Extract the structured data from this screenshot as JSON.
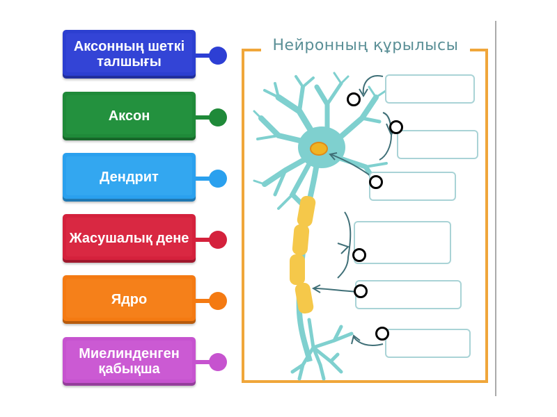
{
  "tiles": [
    {
      "label": "Аксонның шеткі талшығы",
      "color": "#2c3fd0",
      "inner": "#3344d6",
      "pin": "#2d3fd4"
    },
    {
      "label": "Аксон",
      "color": "#1f8a39",
      "inner": "#23913e",
      "pin": "#1f8a39"
    },
    {
      "label": "Дендрит",
      "color": "#2aa0ee",
      "inner": "#33a7f0",
      "pin": "#2aa0ee"
    },
    {
      "label": "Жасушалық дене",
      "color": "#d4213c",
      "inner": "#d92842",
      "pin": "#d4213c"
    },
    {
      "label": "Ядро",
      "color": "#f47a12",
      "inner": "#f5801a",
      "pin": "#f47a12"
    },
    {
      "label": "Миелинденген қабықша",
      "color": "#c653cf",
      "inner": "#cb5ad3",
      "pin": "#c653cf"
    }
  ],
  "diagram": {
    "title": "Нейронның құрылысы",
    "frame_color": "#f0a63a",
    "neuron_color": "#7fd0cf",
    "myelin_color": "#f5c84a",
    "nucleus_color": "#f0b423"
  }
}
